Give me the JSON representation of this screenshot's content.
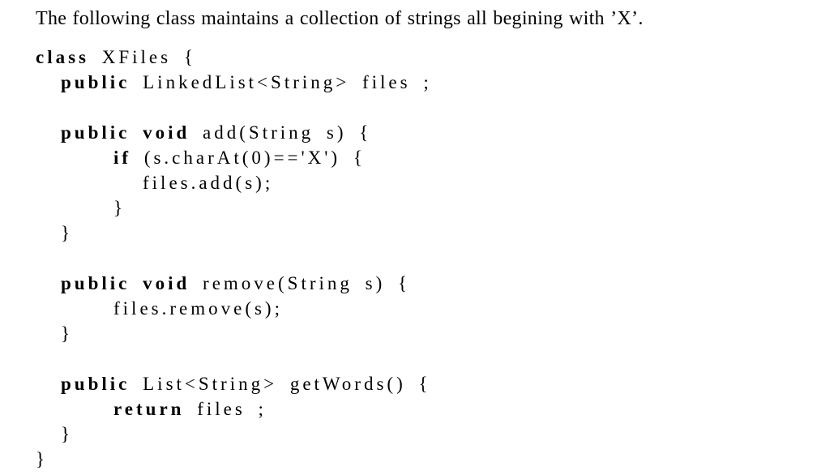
{
  "document": {
    "intro_text": "The following class maintains a collection of strings all begining with ’X’."
  },
  "code": {
    "lines": [
      {
        "indent": 0,
        "tokens": [
          {
            "text": "class",
            "bold": true
          },
          {
            "text": " XFiles {",
            "bold": false
          }
        ]
      },
      {
        "indent": 1,
        "tokens": [
          {
            "text": "public",
            "bold": true
          },
          {
            "text": " LinkedList<String> files ;",
            "bold": false
          }
        ]
      },
      {
        "indent": 0,
        "tokens": []
      },
      {
        "indent": 1,
        "tokens": [
          {
            "text": "public void",
            "bold": true
          },
          {
            "text": " add(String s) {",
            "bold": false
          }
        ]
      },
      {
        "indent": 2,
        "tokens": [
          {
            "text": "if",
            "bold": true
          },
          {
            "text": " (s.charAt(0)=='X') {",
            "bold": false
          }
        ]
      },
      {
        "indent": 3,
        "tokens": [
          {
            "text": "files.add(s);",
            "bold": false
          }
        ]
      },
      {
        "indent": 2,
        "tokens": [
          {
            "text": "}",
            "bold": false
          }
        ]
      },
      {
        "indent": 1,
        "tokens": [
          {
            "text": "}",
            "bold": false
          }
        ]
      },
      {
        "indent": 0,
        "tokens": []
      },
      {
        "indent": 1,
        "tokens": [
          {
            "text": "public void",
            "bold": true
          },
          {
            "text": " remove(String s) {",
            "bold": false
          }
        ]
      },
      {
        "indent": 2,
        "tokens": [
          {
            "text": "files.remove(s);",
            "bold": false
          }
        ]
      },
      {
        "indent": 1,
        "tokens": [
          {
            "text": "}",
            "bold": false
          }
        ]
      },
      {
        "indent": 0,
        "tokens": []
      },
      {
        "indent": 1,
        "tokens": [
          {
            "text": "public",
            "bold": true
          },
          {
            "text": " List<String> getWords() {",
            "bold": false
          }
        ]
      },
      {
        "indent": 2,
        "tokens": [
          {
            "text": "return",
            "bold": true
          },
          {
            "text": " files ;",
            "bold": false
          }
        ]
      },
      {
        "indent": 1,
        "tokens": [
          {
            "text": "}",
            "bold": false
          }
        ]
      },
      {
        "indent": 0,
        "tokens": [
          {
            "text": "}",
            "bold": false
          }
        ]
      }
    ]
  }
}
